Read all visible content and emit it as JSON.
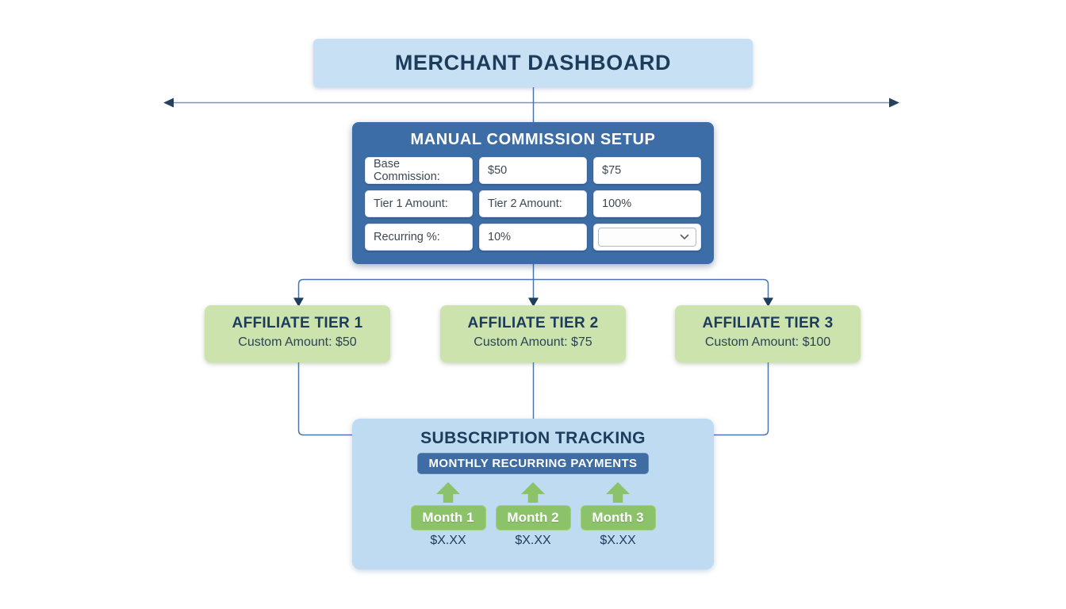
{
  "merchant": {
    "title": "MERCHANT DASHBOARD"
  },
  "commission": {
    "title": "MANUAL COMMISSION SETUP",
    "cells": [
      {
        "kind": "label",
        "text": "Base Commission:"
      },
      {
        "kind": "value",
        "text": "$50"
      },
      {
        "kind": "value",
        "text": "$75"
      },
      {
        "kind": "label",
        "text": "Tier 1 Amount:"
      },
      {
        "kind": "label",
        "text": "Tier 2 Amount:"
      },
      {
        "kind": "value",
        "text": "100%"
      },
      {
        "kind": "label",
        "text": "Recurring %:"
      },
      {
        "kind": "value",
        "text": "10%"
      },
      {
        "kind": "select",
        "text": ""
      }
    ]
  },
  "tiers": [
    {
      "title": "AFFILIATE TIER 1",
      "subtitle": "Custom Amount: $50"
    },
    {
      "title": "AFFILIATE TIER 2",
      "subtitle": "Custom Amount: $75"
    },
    {
      "title": "AFFILIATE TIER 3",
      "subtitle": "Custom Amount: $100"
    }
  ],
  "subscription": {
    "title": "SUBSCRIPTION TRACKING",
    "badge": "MONTHLY RECURRING PAYMENTS",
    "months": [
      {
        "label": "Month 1",
        "amount": "$X.XX"
      },
      {
        "label": "Month 2",
        "amount": "$X.XX"
      },
      {
        "label": "Month 3",
        "amount": "$X.XX"
      }
    ]
  },
  "icons": {
    "select_chevron": "chevron-down"
  },
  "colors": {
    "header_light_blue": "#c7e0f3",
    "panel_dark_blue": "#3c6da6",
    "subscription_light_blue": "#bedbf1",
    "tier_green": "#cce3ae",
    "month_green": "#8cc36a",
    "navy_text": "#1d3b5a",
    "connector_blue": "#4a76ab",
    "wide_arrow_gray": "#8194a8"
  }
}
